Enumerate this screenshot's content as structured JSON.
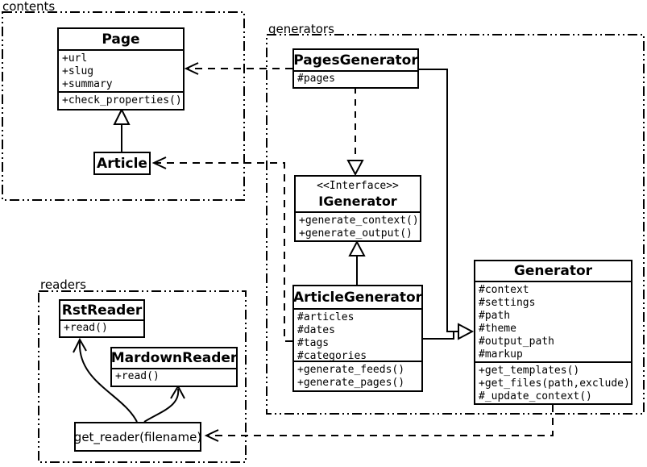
{
  "packages": {
    "contents": {
      "label": "contents"
    },
    "generators": {
      "label": "generators"
    },
    "readers": {
      "label": "readers"
    }
  },
  "classes": {
    "page": {
      "title": "Page",
      "attributes": [
        "+url",
        "+slug",
        "+summary"
      ],
      "methods": [
        "+check_properties()"
      ]
    },
    "article": {
      "title": "Article"
    },
    "pages_generator": {
      "title": "PagesGenerator",
      "attributes": [
        "#pages"
      ]
    },
    "igenerator": {
      "stereotype": "<<Interface>>",
      "title": "IGenerator",
      "methods": [
        "+generate_context()",
        "+generate_output()"
      ]
    },
    "article_generator": {
      "title": "ArticleGenerator",
      "attributes": [
        "#articles",
        "#dates",
        "#tags",
        "#categories"
      ],
      "methods": [
        "+generate_feeds()",
        "+generate_pages()"
      ]
    },
    "generator": {
      "title": "Generator",
      "attributes": [
        "#context",
        "#settings",
        "#path",
        "#theme",
        "#output_path",
        "#markup"
      ],
      "methods": [
        "+get_templates()",
        "+get_files(path,exclude)",
        "#_update_context()"
      ]
    },
    "rst_reader": {
      "title": "RstReader",
      "methods": [
        "+read()"
      ]
    },
    "mardown_reader": {
      "title": "MardownReader",
      "methods": [
        "+read()"
      ]
    },
    "get_reader": {
      "label": "get_reader(filename)"
    }
  },
  "relationships": [
    {
      "from": "Article",
      "to": "Page",
      "type": "generalization",
      "line": "solid-hollow-triangle"
    },
    {
      "from": "PagesGenerator",
      "to": "Page",
      "type": "dependency",
      "line": "dashed-open-arrow"
    },
    {
      "from": "ArticleGenerator",
      "to": "Article",
      "type": "dependency",
      "line": "dashed-open-arrow"
    },
    {
      "from": "PagesGenerator",
      "to": "IGenerator",
      "type": "realization",
      "line": "dashed-hollow-triangle"
    },
    {
      "from": "ArticleGenerator",
      "to": "IGenerator",
      "type": "generalization",
      "line": "solid-hollow-triangle"
    },
    {
      "from": "PagesGenerator",
      "to": "Generator",
      "type": "generalization",
      "line": "solid-hollow-triangle"
    },
    {
      "from": "ArticleGenerator",
      "to": "Generator",
      "type": "generalization",
      "line": "solid-hollow-triangle"
    },
    {
      "from": "Generator",
      "to": "get_reader(filename)",
      "type": "dependency",
      "line": "dashed-open-arrow"
    },
    {
      "from": "get_reader(filename)",
      "to": "RstReader",
      "type": "call",
      "line": "solid-curved-open-arrow"
    },
    {
      "from": "get_reader(filename)",
      "to": "MardownReader",
      "type": "call",
      "line": "solid-curved-open-arrow"
    }
  ],
  "colors": {
    "line": "#000000",
    "background": "#ffffff"
  }
}
